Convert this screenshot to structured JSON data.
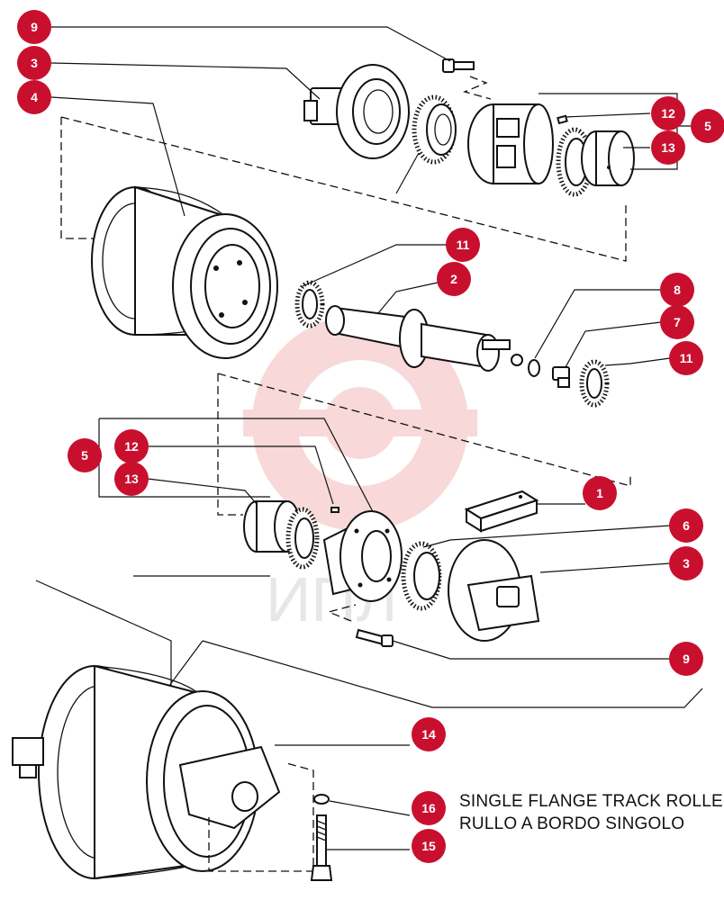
{
  "callouts": [
    {
      "id": "c9a",
      "label": "9"
    },
    {
      "id": "c3a",
      "label": "3"
    },
    {
      "id": "c4",
      "label": "4"
    },
    {
      "id": "c12a",
      "label": "12"
    },
    {
      "id": "c5a",
      "label": "5"
    },
    {
      "id": "c13a",
      "label": "13"
    },
    {
      "id": "c11a",
      "label": "11"
    },
    {
      "id": "c2",
      "label": "2"
    },
    {
      "id": "c8",
      "label": "8"
    },
    {
      "id": "c7",
      "label": "7"
    },
    {
      "id": "c11b",
      "label": "11"
    },
    {
      "id": "c5b",
      "label": "5"
    },
    {
      "id": "c12b",
      "label": "12"
    },
    {
      "id": "c13b",
      "label": "13"
    },
    {
      "id": "c1",
      "label": "1"
    },
    {
      "id": "c6",
      "label": "6"
    },
    {
      "id": "c3b",
      "label": "3"
    },
    {
      "id": "c9b",
      "label": "9"
    },
    {
      "id": "c14",
      "label": "14"
    },
    {
      "id": "c16",
      "label": "16"
    },
    {
      "id": "c15",
      "label": "15"
    }
  ],
  "caption": {
    "line1": "SINGLE FLANGE TRACK ROLLER",
    "line2": "RULLO A BORDO SINGOLO"
  },
  "colors": {
    "badge": "#c8102e",
    "watermark": "#e8a0a0"
  }
}
